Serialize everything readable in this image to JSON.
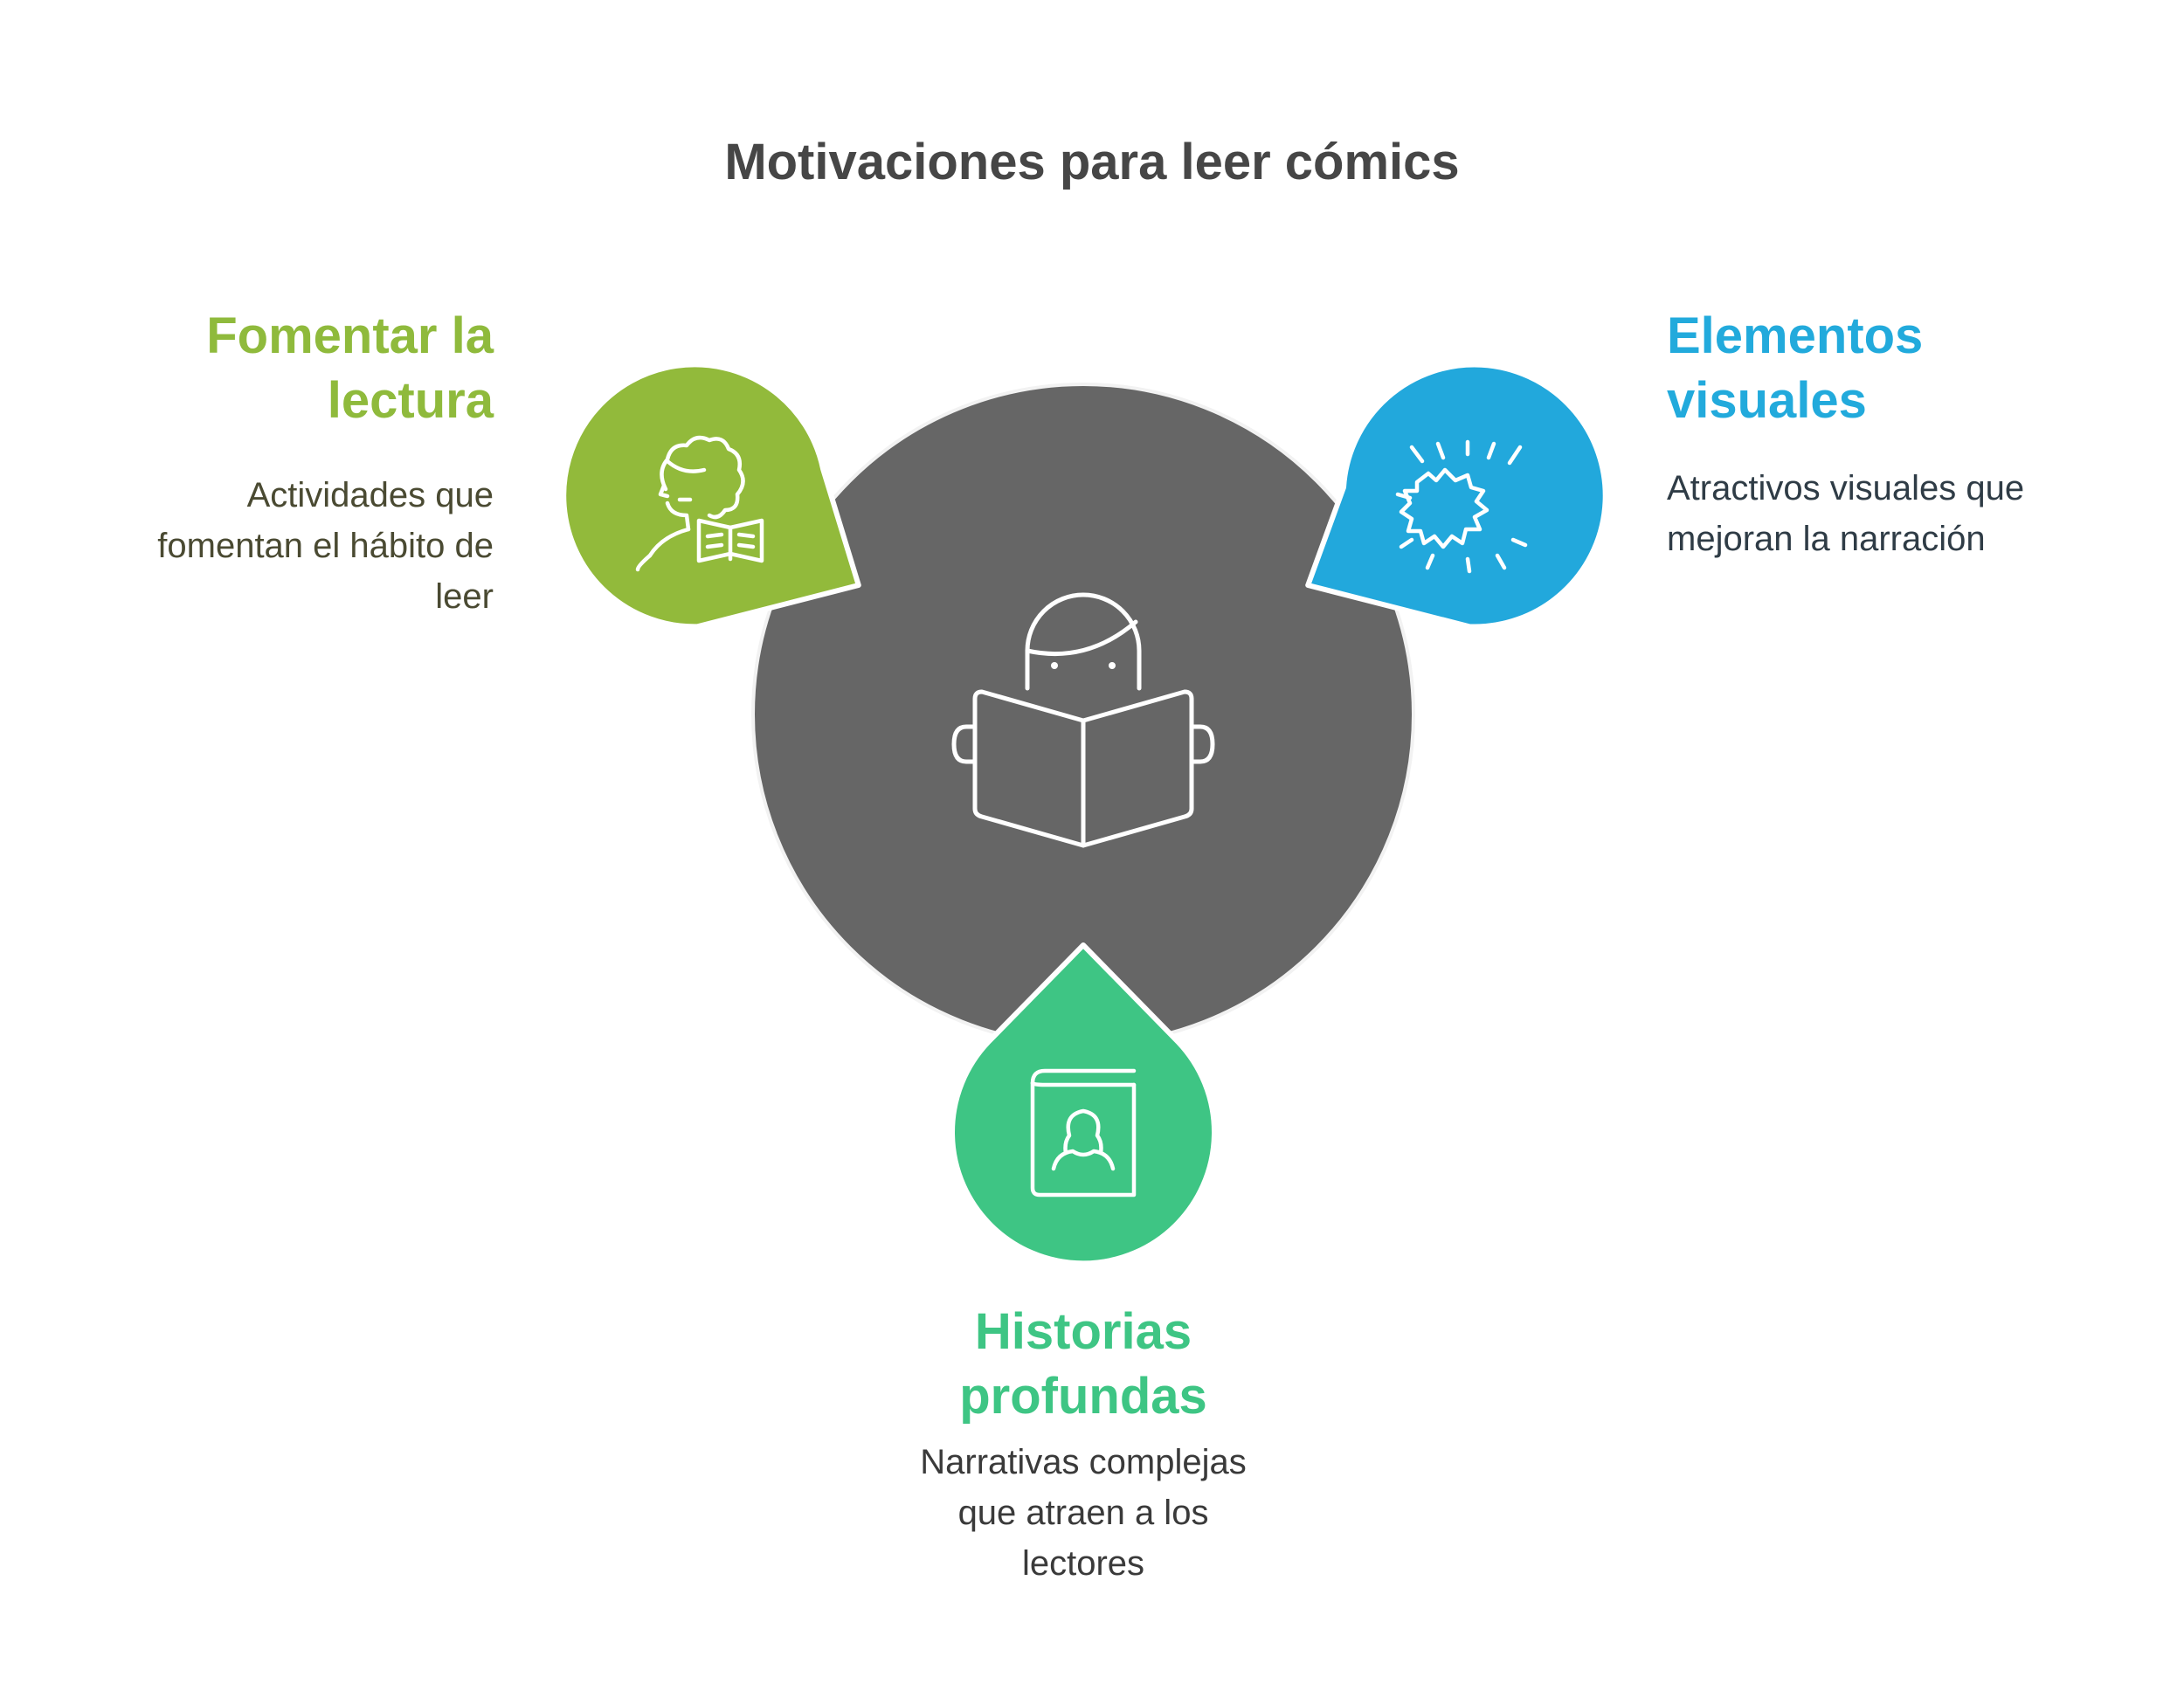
{
  "title": "Motivaciones para leer cómics",
  "colors": {
    "center": "#666666",
    "left": "#92ba3b",
    "right": "#22a8dc",
    "bottom": "#3ec584",
    "stroke": "#ffffff"
  },
  "center": {
    "icon": "person-reading-icon"
  },
  "items": [
    {
      "id": "left",
      "heading": "Fomentar la\nlectura",
      "description": "Actividades que\nfomentan el hábito de\nleer",
      "icon": "curly-hair-person-reading-icon"
    },
    {
      "id": "right",
      "heading": "Elementos\nvisuales",
      "description": "Atractivos visuales que\nmejoran la narración",
      "icon": "comic-burst-icon"
    },
    {
      "id": "bottom",
      "heading": "Historias\nprofundas",
      "description": "Narrativas complejas\nque atraen a los\nlectores",
      "icon": "book-portrait-icon"
    }
  ]
}
